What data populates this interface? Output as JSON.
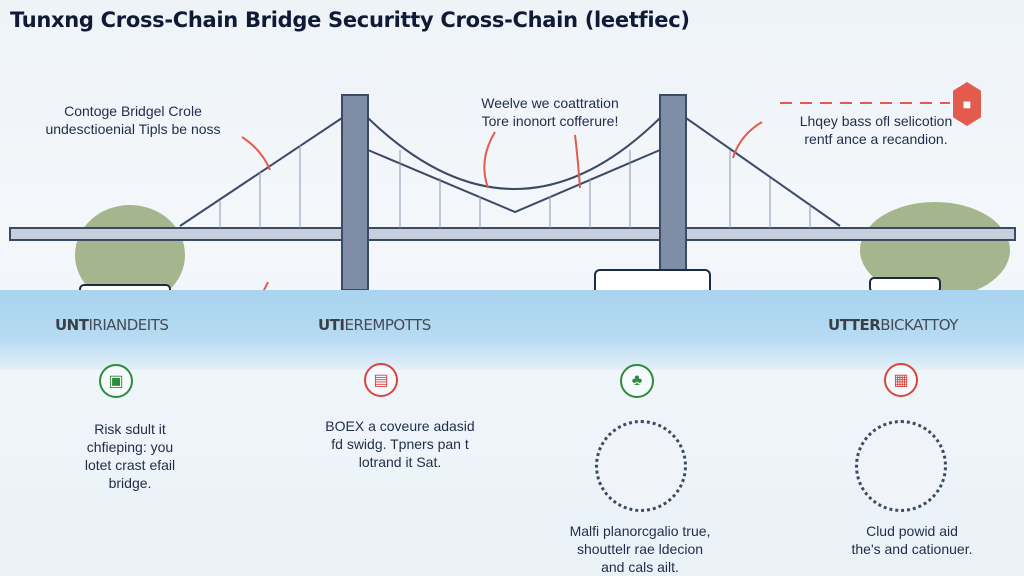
{
  "title": "Tunxng Cross-Chain Bridge Securitty Cross-Chain (leetfiec)",
  "callouts": {
    "left": [
      "Contoge Bridgel Crole",
      "undesctioenial Tipls be noss"
    ],
    "center": [
      "Weelve we coattration",
      "Tore inonort cofferure!"
    ],
    "right": [
      "Lhqey bass ofl selicotion",
      "rentf ance a recandion."
    ]
  },
  "sections": [
    {
      "heading_bold": "UNT",
      "heading_rest": "IRIANDEITS",
      "badge_color": "green",
      "badge_icon": "circuit-icon",
      "text": [
        "Risk sdult it",
        "chfieping: you",
        "lotet crast efail",
        "bridge."
      ]
    },
    {
      "heading_bold": "UTI",
      "heading_rest": "EREMPOTTS",
      "badge_color": "red",
      "badge_icon": "safe-icon",
      "text": [
        "BOEX a coveure adasid",
        "fd swidg. Tpners pan t",
        "lotrand it Sat."
      ]
    },
    {
      "heading_bold": "",
      "heading_rest": "",
      "badge_color": "green",
      "badge_icon": "tree-icon",
      "text": [
        "Malfi planorcgalio true,",
        "shouttelr rae ldecion",
        "and cals ailt."
      ]
    },
    {
      "heading_bold": "UTTER",
      "heading_rest": "BICKATTOY",
      "badge_color": "red",
      "badge_icon": "server-icon",
      "text": [
        "Clud powid aid",
        "the's and cationuer."
      ]
    }
  ],
  "colors": {
    "title": "#0f1b36",
    "bridge": "#3b4a66",
    "water": "#a9d3f0",
    "accent_red": "#e35a4e",
    "accent_green": "#2e8b3e",
    "foliage": "#9cae82"
  }
}
